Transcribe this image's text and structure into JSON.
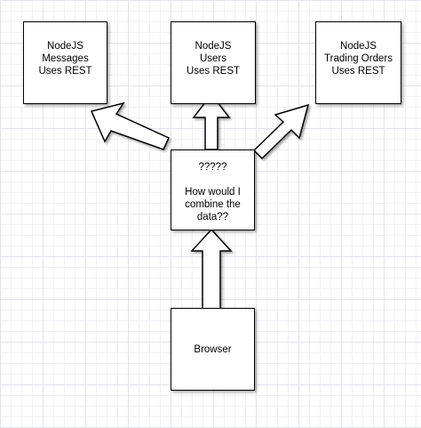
{
  "nodes": {
    "messages": {
      "label": "NodeJS\nMessages\nUses REST"
    },
    "users": {
      "label": "NodeJS\nUsers\nUses REST"
    },
    "trading": {
      "label": "NodeJS\nTrading Orders\nUses REST"
    },
    "middle": {
      "label": "?????\n\nHow would I\ncombine the\ndata??"
    },
    "browser": {
      "label": "Browser"
    }
  },
  "arrows": [
    {
      "from": "middle",
      "to": "messages"
    },
    {
      "from": "middle",
      "to": "users"
    },
    {
      "from": "middle",
      "to": "trading"
    },
    {
      "from": "browser",
      "to": "middle"
    }
  ],
  "colors": {
    "stroke": "#000000",
    "fill": "#ffffff",
    "grid": "#e3e3ec"
  }
}
